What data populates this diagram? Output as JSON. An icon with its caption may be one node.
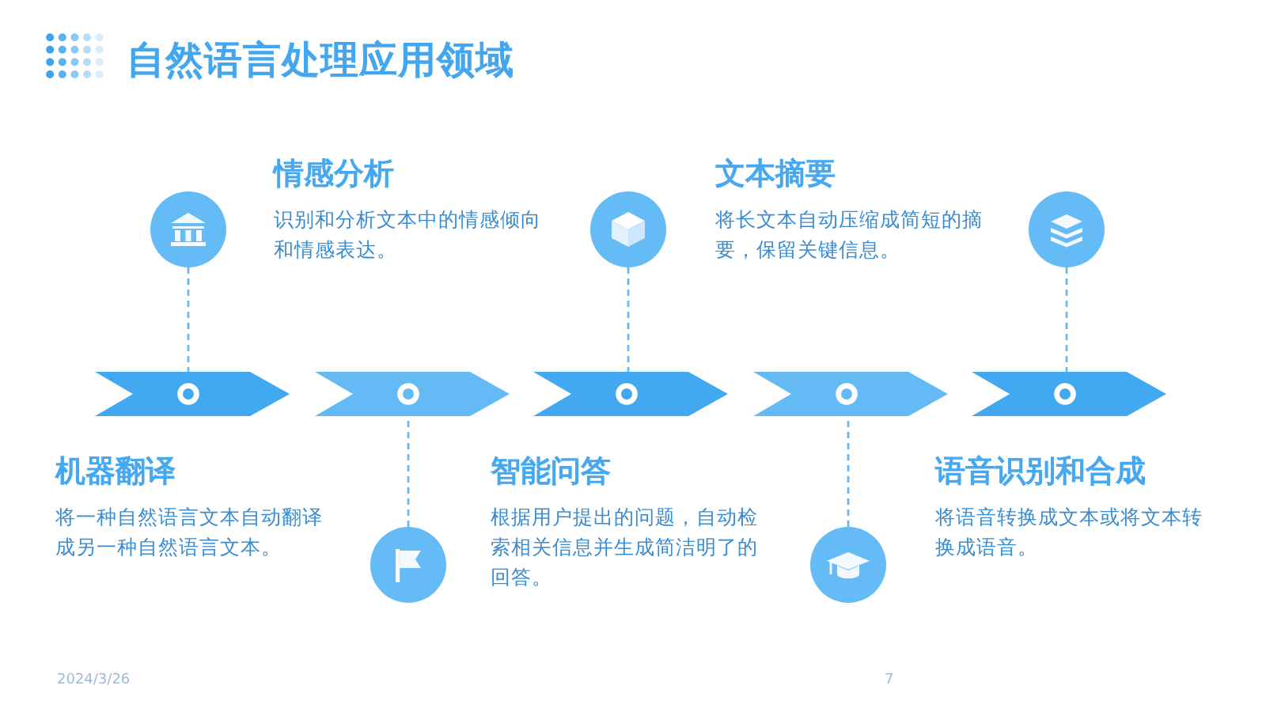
{
  "diagram": {
    "title": "自然语言处理应用领域",
    "nodes": [
      {
        "text": [],
        "shape": "chevron",
        "beside": [
          "机器翻译",
          "将一种自然语言文本自动翻译成另一种自然语言文本。"
        ]
      },
      {
        "text": [],
        "shape": "chevron",
        "beside": [
          "情感分析",
          "识别和分析文本中的情感倾向和情感表达。"
        ]
      },
      {
        "text": [],
        "shape": "chevron",
        "beside": [
          "智能问答",
          "根据用户提出的问题，自动检索相关信息并生成简洁明了的回答。"
        ]
      },
      {
        "text": [],
        "shape": "chevron",
        "beside": [
          "文本摘要",
          "将长文本自动压缩成简短的摘要，保留关键信息。"
        ]
      },
      {
        "text": [],
        "shape": "chevron",
        "beside": [
          "语音识别和合成",
          "将语音转换成文本或将文本转换成语音。"
        ]
      },
      {
        "text": [],
        "shape": "circle"
      },
      {
        "text": [],
        "shape": "circle"
      },
      {
        "text": [],
        "shape": "circle"
      },
      {
        "text": [],
        "shape": "circle"
      },
      {
        "text": [],
        "shape": "circle"
      }
    ],
    "edges": [
      {
        "from": 5,
        "to": 0,
        "arrow": "none",
        "style": "dashed"
      },
      {
        "from": 6,
        "to": 1,
        "arrow": "none",
        "style": "dashed"
      },
      {
        "from": 7,
        "to": 2,
        "arrow": "none",
        "style": "dashed"
      },
      {
        "from": 8,
        "to": 3,
        "arrow": "none",
        "style": "dashed"
      },
      {
        "from": 9,
        "to": 4,
        "arrow": "none",
        "style": "dashed"
      }
    ],
    "labels": [
      "2024/3/26",
      "7"
    ]
  }
}
